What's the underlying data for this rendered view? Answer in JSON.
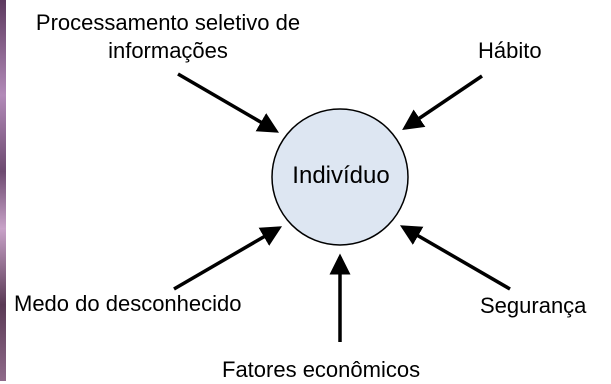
{
  "center": {
    "label": "Indivíduo",
    "fill": "#dde6f2"
  },
  "factors": {
    "processamento": [
      "Processamento seletivo de",
      "informações"
    ],
    "habito": "Hábito",
    "medo": "Medo do desconhecido",
    "seguranca": "Segurança",
    "fatores": "Fatores econômicos"
  }
}
